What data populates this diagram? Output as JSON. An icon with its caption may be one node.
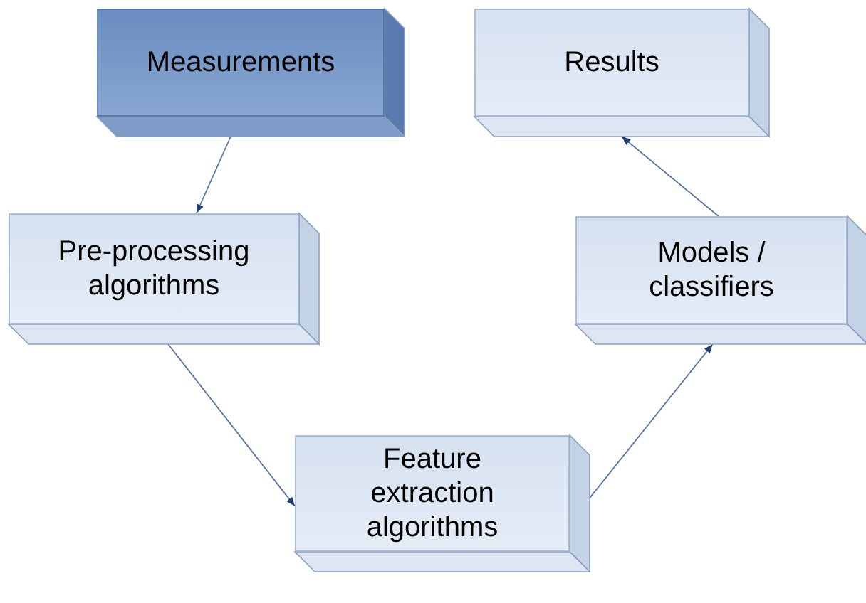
{
  "diagram": {
    "nodes": [
      {
        "text": [
          "Measurements"
        ]
      },
      {
        "text": [
          "Pre-processing algorithms"
        ]
      },
      {
        "text": [
          "Feature extraction algorithms"
        ]
      },
      {
        "text": [
          "Results"
        ]
      },
      {
        "text": [
          "Models / classifiers"
        ]
      }
    ],
    "edges": [
      {
        "from": 0,
        "to": 1,
        "arrow": "to"
      },
      {
        "from": 1,
        "to": 2,
        "arrow": "to"
      },
      {
        "from": 2,
        "to": 4,
        "arrow": "to"
      },
      {
        "from": 4,
        "to": 3,
        "arrow": "to"
      }
    ]
  }
}
